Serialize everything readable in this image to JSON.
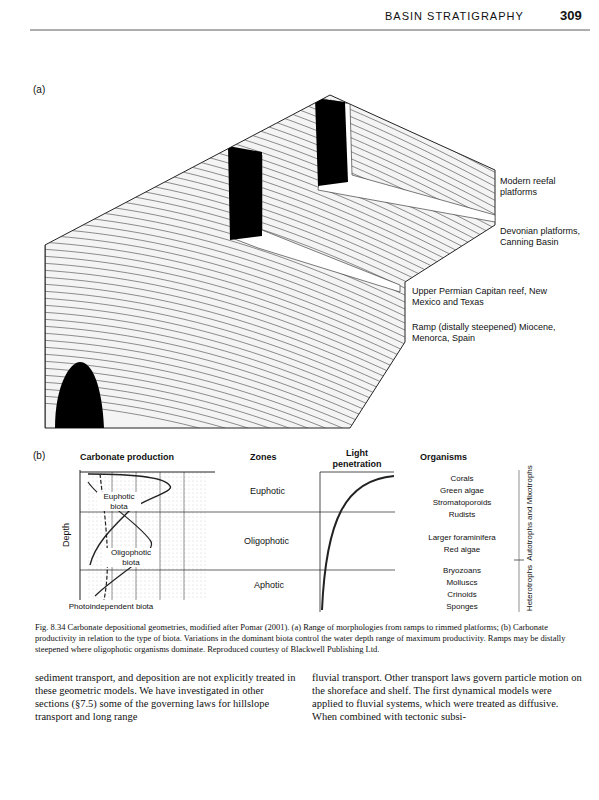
{
  "diagram": {
    "caption": "Fig. 8.34 Carbonate depositional geometries, modified after Pomar (2001). (a) Range of morphologies from ramps to rimmed platforms; (b) Carbonate productivity in relation to the type of biota. Variations in the dominant biota control the water depth range of maximum productivity. Ramps may be distally steepened where oligophotic organisms dominate. Reproduced courtesy of Blackwell Publishing Ltd.",
    "labels": [
      "BASIN STRATIGRAPHY",
      "309",
      "(a)",
      "Modern reefal platforms",
      "Devonian platforms, Canning Basin",
      "Upper Permian Capitan reef, New Mexico and Texas",
      "Ramp (distally steepened) Miocene, Menorca, Spain",
      "(b)",
      "Carbonate production",
      "Zones",
      "Light penetration",
      "Organisms",
      "Euphotic biota",
      "Depth",
      "Oligophotic biota",
      "Photoindependent biota",
      "Euphotic",
      "Oligophotic",
      "Aphotic",
      "Corals",
      "Green algae",
      "Stromatoporoids",
      "Rudists",
      "Larger foraminifera",
      "Red algae",
      "Bryozoans",
      "Molluscs",
      "Crinoids",
      "Sponges",
      "Autotrophs and Mixotrophs",
      "Heterotrophs",
      "sediment transport, and deposition are not explicitly treated in these geometric models. We have investigated in other sections (§7.5) some of the governing laws for hillslope transport and long range",
      "fluvial transport. Other transport laws govern particle motion on the shoreface and shelf. The first dynamical models were applied to fluvial systems, which were treated as diffusive. When combined with tectonic subsi-"
    ]
  }
}
